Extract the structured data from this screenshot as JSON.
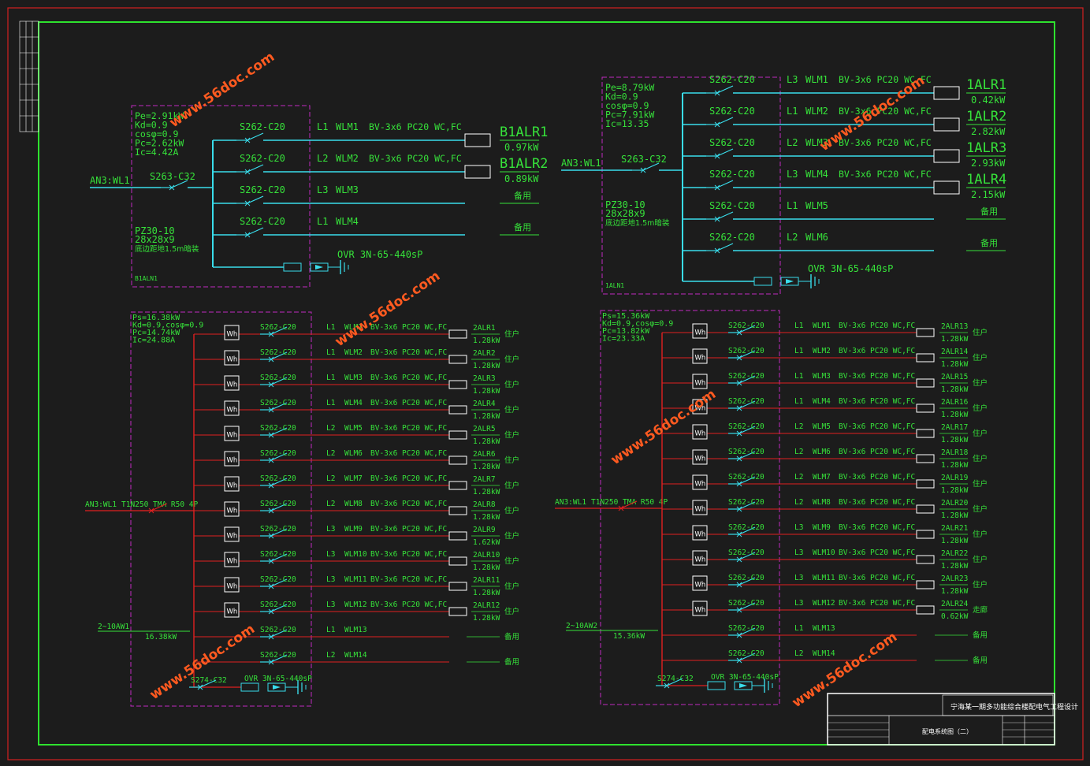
{
  "title_block": {
    "project": "宁海某一期多功能综合楼配电气工程设计",
    "drawing": "配电系统图（二）"
  },
  "watermark": "www.56doc.com",
  "tl": {
    "params": [
      "Pe=2.91kW",
      "Kd=0.9",
      "cosφ=0.9",
      "Pc=2.62kW",
      "Ic=4.42A"
    ],
    "incoming": "AN3:WL1",
    "main_breaker": "S263-C32",
    "box": [
      "PZ30-10",
      "28x28x9",
      "底边距地1.5m暗装"
    ],
    "box_id": "B1ALN1",
    "spd": "OVR 3N-65-440sP",
    "circuits": [
      {
        "br": "S262-C20",
        "ph": "L1",
        "wl": "WLM1",
        "cable": "BV-3x6 PC20 WC,FC",
        "load": "B1ALR1",
        "kw": "0.97kW"
      },
      {
        "br": "S262-C20",
        "ph": "L2",
        "wl": "WLM2",
        "cable": "BV-3x6 PC20 WC,FC",
        "load": "B1ALR2",
        "kw": "0.89kW"
      },
      {
        "br": "S262-C20",
        "ph": "L3",
        "wl": "WLM3",
        "cable": "",
        "load": "",
        "kw": "备用"
      },
      {
        "br": "S262-C20",
        "ph": "L1",
        "wl": "WLM4",
        "cable": "",
        "load": "",
        "kw": "备用"
      }
    ]
  },
  "tr": {
    "params": [
      "Pe=8.79kW",
      "Kd=0.9",
      "cosφ=0.9",
      "Pc=7.91kW",
      "Ic=13.35"
    ],
    "incoming": "AN3:WL1",
    "main_breaker": "S263-C32",
    "box": [
      "PZ30-10",
      "28x28x9",
      "底边距地1.5m暗装"
    ],
    "box_id": "1ALN1",
    "spd": "OVR 3N-65-440sP",
    "circuits": [
      {
        "br": "S262-C20",
        "ph": "L3",
        "wl": "WLM1",
        "cable": "BV-3x6 PC20 WC,FC",
        "load": "1ALR1",
        "kw": "0.42kW"
      },
      {
        "br": "S262-C20",
        "ph": "L1",
        "wl": "WLM2",
        "cable": "BV-3x6 PC20 WC,FC",
        "load": "1ALR2",
        "kw": "2.82kW"
      },
      {
        "br": "S262-C20",
        "ph": "L2",
        "wl": "WLM3",
        "cable": "BV-3x6 PC20 WC,FC",
        "load": "1ALR3",
        "kw": "2.93kW"
      },
      {
        "br": "S262-C20",
        "ph": "L3",
        "wl": "WLM4",
        "cable": "BV-3x6 PC20 WC,FC",
        "load": "1ALR4",
        "kw": "2.15kW"
      },
      {
        "br": "S262-C20",
        "ph": "L1",
        "wl": "WLM5",
        "cable": "",
        "load": "",
        "kw": "备用"
      },
      {
        "br": "S262-C20",
        "ph": "L2",
        "wl": "WLM6",
        "cable": "",
        "load": "",
        "kw": "备用"
      }
    ]
  },
  "bl": {
    "params": [
      "Ps=16.38kW",
      "Kd=0.9,cosφ=0.9",
      "Pc=14.74kW",
      "Ic=24.88A"
    ],
    "incoming": "AN3:WL1",
    "main_breaker": "T1N250 TMA R50 4P",
    "riser": "2~10AW1",
    "riser_kw": "16.38kW",
    "spd_breaker": "S274-C32",
    "spd": "OVR 3N-65-440sP",
    "circuits": [
      {
        "br": "S262-C20",
        "ph": "L1",
        "wl": "WLM1",
        "cable": "BV-3x6 PC20 WC,FC",
        "load": "2ALR1",
        "kw": "1.28kW",
        "note": "住户"
      },
      {
        "br": "S262-C20",
        "ph": "L1",
        "wl": "WLM2",
        "cable": "BV-3x6 PC20 WC,FC",
        "load": "2ALR2",
        "kw": "1.28kW",
        "note": "住户"
      },
      {
        "br": "S262-C20",
        "ph": "L1",
        "wl": "WLM3",
        "cable": "BV-3x6 PC20 WC,FC",
        "load": "2ALR3",
        "kw": "1.28kW",
        "note": "住户"
      },
      {
        "br": "S262-C20",
        "ph": "L1",
        "wl": "WLM4",
        "cable": "BV-3x6 PC20 WC,FC",
        "load": "2ALR4",
        "kw": "1.28kW",
        "note": "住户"
      },
      {
        "br": "S262-C20",
        "ph": "L2",
        "wl": "WLM5",
        "cable": "BV-3x6 PC20 WC,FC",
        "load": "2ALR5",
        "kw": "1.28kW",
        "note": "住户"
      },
      {
        "br": "S262-C20",
        "ph": "L2",
        "wl": "WLM6",
        "cable": "BV-3x6 PC20 WC,FC",
        "load": "2ALR6",
        "kw": "1.28kW",
        "note": "住户"
      },
      {
        "br": "S262-C20",
        "ph": "L2",
        "wl": "WLM7",
        "cable": "BV-3x6 PC20 WC,FC",
        "load": "2ALR7",
        "kw": "1.28kW",
        "note": "住户"
      },
      {
        "br": "S262-C20",
        "ph": "L2",
        "wl": "WLM8",
        "cable": "BV-3x6 PC20 WC,FC",
        "load": "2ALR8",
        "kw": "1.28kW",
        "note": "住户"
      },
      {
        "br": "S262-C20",
        "ph": "L3",
        "wl": "WLM9",
        "cable": "BV-3x6 PC20 WC,FC",
        "load": "2ALR9",
        "kw": "1.62kW",
        "note": "住户"
      },
      {
        "br": "S262-C20",
        "ph": "L3",
        "wl": "WLM10",
        "cable": "BV-3x6 PC20 WC,FC",
        "load": "2ALR10",
        "kw": "1.28kW",
        "note": "住户"
      },
      {
        "br": "S262-C20",
        "ph": "L3",
        "wl": "WLM11",
        "cable": "BV-3x6 PC20 WC,FC",
        "load": "2ALR11",
        "kw": "1.28kW",
        "note": "住户"
      },
      {
        "br": "S262-C20",
        "ph": "L3",
        "wl": "WLM12",
        "cable": "BV-3x6 PC20 WC,FC",
        "load": "2ALR12",
        "kw": "1.28kW",
        "note": "住户"
      },
      {
        "br": "S262-C20",
        "ph": "L1",
        "wl": "WLM13",
        "cable": "",
        "load": "",
        "kw": "",
        "note": "备用"
      },
      {
        "br": "S262-C20",
        "ph": "L2",
        "wl": "WLM14",
        "cable": "",
        "load": "",
        "kw": "",
        "note": "备用"
      }
    ]
  },
  "br": {
    "params": [
      "Ps=15.36kW",
      "Kd=0.9,cosφ=0.9",
      "Pc=13.82kW",
      "Ic=23.33A"
    ],
    "incoming": "AN3:WL1",
    "main_breaker": "T1N250 TMA R50 4P",
    "riser": "2~10AW2",
    "riser_kw": "15.36kW",
    "spd_breaker": "S274-C32",
    "spd": "OVR 3N-65-440sP",
    "circuits": [
      {
        "br": "S262-C20",
        "ph": "L1",
        "wl": "WLM1",
        "cable": "BV-3x6 PC20 WC,FC",
        "load": "2ALR13",
        "kw": "1.28kW",
        "note": "住户"
      },
      {
        "br": "S262-C20",
        "ph": "L1",
        "wl": "WLM2",
        "cable": "BV-3x6 PC20 WC,FC",
        "load": "2ALR14",
        "kw": "1.28kW",
        "note": "住户"
      },
      {
        "br": "S262-C20",
        "ph": "L1",
        "wl": "WLM3",
        "cable": "BV-3x6 PC20 WC,FC",
        "load": "2ALR15",
        "kw": "1.28kW",
        "note": "住户"
      },
      {
        "br": "S262-C20",
        "ph": "L1",
        "wl": "WLM4",
        "cable": "BV-3x6 PC20 WC,FC",
        "load": "2ALR16",
        "kw": "1.28kW",
        "note": "住户"
      },
      {
        "br": "S262-C20",
        "ph": "L2",
        "wl": "WLM5",
        "cable": "BV-3x6 PC20 WC,FC",
        "load": "2ALR17",
        "kw": "1.28kW",
        "note": "住户"
      },
      {
        "br": "S262-C20",
        "ph": "L2",
        "wl": "WLM6",
        "cable": "BV-3x6 PC20 WC,FC",
        "load": "2ALR18",
        "kw": "1.28kW",
        "note": "住户"
      },
      {
        "br": "S262-C20",
        "ph": "L2",
        "wl": "WLM7",
        "cable": "BV-3x6 PC20 WC,FC",
        "load": "2ALR19",
        "kw": "1.28kW",
        "note": "住户"
      },
      {
        "br": "S262-C20",
        "ph": "L2",
        "wl": "WLM8",
        "cable": "BV-3x6 PC20 WC,FC",
        "load": "2ALR20",
        "kw": "1.28kW",
        "note": "住户"
      },
      {
        "br": "S262-C20",
        "ph": "L3",
        "wl": "WLM9",
        "cable": "BV-3x6 PC20 WC,FC",
        "load": "2ALR21",
        "kw": "1.28kW",
        "note": "住户"
      },
      {
        "br": "S262-C20",
        "ph": "L3",
        "wl": "WLM10",
        "cable": "BV-3x6 PC20 WC,FC",
        "load": "2ALR22",
        "kw": "1.28kW",
        "note": "住户"
      },
      {
        "br": "S262-C20",
        "ph": "L3",
        "wl": "WLM11",
        "cable": "BV-3x6 PC20 WC,FC",
        "load": "2ALR23",
        "kw": "1.28kW",
        "note": "住户"
      },
      {
        "br": "S262-C20",
        "ph": "L3",
        "wl": "WLM12",
        "cable": "BV-3x6 PC20 WC,FC",
        "load": "2ALR24",
        "kw": "0.62kW",
        "note": "走廊"
      },
      {
        "br": "S262-C20",
        "ph": "L1",
        "wl": "WLM13",
        "cable": "",
        "load": "",
        "kw": "",
        "note": "备用"
      },
      {
        "br": "S262-C20",
        "ph": "L2",
        "wl": "WLM14",
        "cable": "",
        "load": "",
        "kw": "",
        "note": "备用"
      }
    ]
  }
}
